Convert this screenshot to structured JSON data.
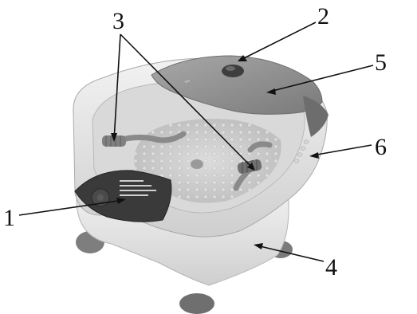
{
  "callouts": {
    "c1": "1",
    "c2": "2",
    "c3": "3",
    "c4": "4",
    "c5": "5",
    "c6": "6"
  },
  "colors": {
    "tub_shell": "#e6e6e6",
    "tub_shadow": "#bdbdbd",
    "lid_cover": "#8f8f8f",
    "basin_floor": "#d2d2d2",
    "control_panel": "#3a3a3a",
    "feet": "#777777"
  }
}
